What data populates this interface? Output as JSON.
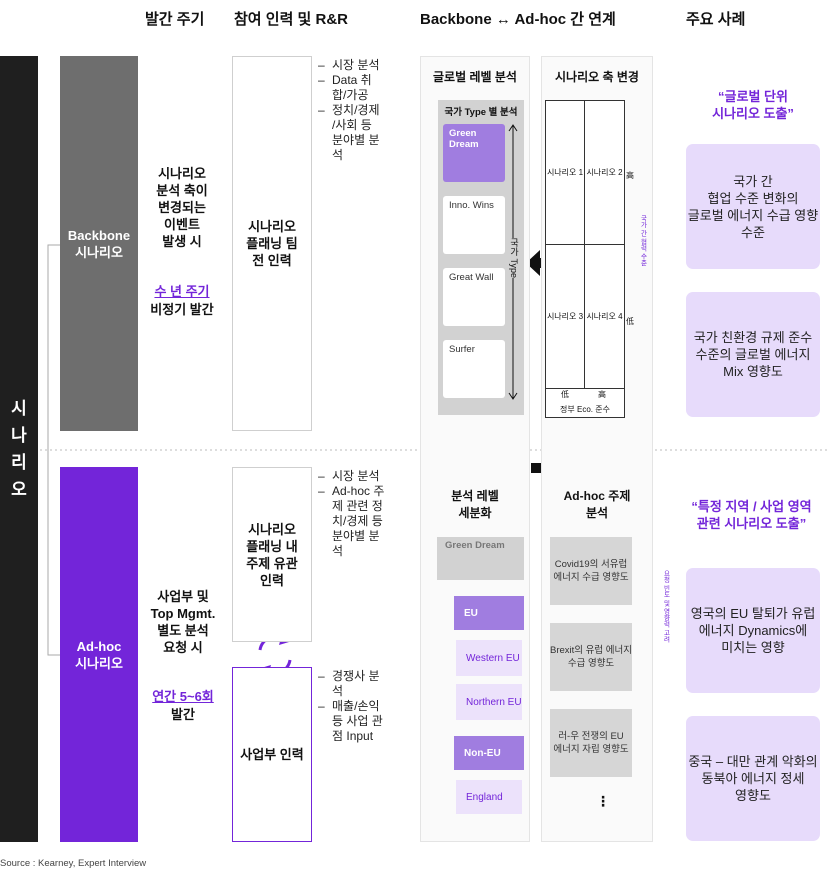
{
  "headers": {
    "cycle": "발간 주기",
    "input": "참여 인력 및 R&R",
    "linkage": "Backbone ↔ Ad-hoc 간 연계",
    "cases": "주요 사례"
  },
  "side_label": "시나리오",
  "backbone": {
    "bar_label_1": "Backbone",
    "bar_label_2": "시나리오",
    "trigger": [
      "시나리오",
      "분석 축이",
      "변경되는",
      "이벤트",
      "발생 시"
    ],
    "cycle_link": "수 년 주기",
    "cycle_rest": "비정기 발간",
    "team_box": [
      "시나리오",
      "플래닝 팀",
      "전 인력"
    ],
    "roles": [
      "시장 분석",
      "Data 취합/가공",
      "정치/경제 /사회 등 분야별 분석"
    ]
  },
  "adhoc": {
    "bar_label_1": "Ad-hoc",
    "bar_label_2": "시나리오",
    "trigger": [
      "사업부 및",
      "Top Mgmt.",
      "별도 분석",
      "요청 시"
    ],
    "cycle_link": "연간 5~6회",
    "cycle_rest": "발간",
    "team_box": [
      "시나리오",
      "플래닝 내",
      "주제 유관",
      "인력"
    ],
    "roles": [
      "시장 분석",
      "Ad-hoc 주제 관련 정치/경제 등 분야별 분석"
    ],
    "biz_box": "사업부 인력",
    "biz_roles": [
      "경쟁사 분석",
      "매출/손익 등 사업 관점 Input"
    ]
  },
  "global_panel": {
    "title": "글로벌 레벨 분석",
    "subtitle": "국가 Type 별 분석",
    "axis_label": "국가 Type",
    "types": [
      "Green Dream",
      "Inno. Wins",
      "Great Wall",
      "Surfer"
    ]
  },
  "scenario_panel": {
    "title": "시나리오 축 변경",
    "cells": [
      "시나리오 1",
      "시나리오 2",
      "시나리오 3",
      "시나리오 4"
    ],
    "y_axis": "국가 간 협력 수준",
    "y_high": "高",
    "y_low": "低",
    "x_low": "低",
    "x_high": "高",
    "x_axis": "정부 Eco. 준수"
  },
  "sub_panel": {
    "title_1": "분석 레벨",
    "title_2": "세분화",
    "parent": "Green Dream",
    "items": [
      {
        "label": "EU",
        "style": "fill"
      },
      {
        "label": "Western EU",
        "style": "lite"
      },
      {
        "label": "Northern EU",
        "style": "lite"
      },
      {
        "label": "Non-EU",
        "style": "fill"
      },
      {
        "label": "England",
        "style": "lite"
      }
    ]
  },
  "adhoc_panel": {
    "title_1": "Ad-hoc 주제",
    "title_2": "분석",
    "topics": [
      [
        "Covid19의 서유럽",
        "에너지 수급 영향도"
      ],
      [
        "Brexit의 유럽 에너지",
        "수급 영향도"
      ],
      [
        "러-우 전쟁의 EU",
        "에너지 자립 영향도"
      ]
    ],
    "more": "⋮",
    "vertical_note": "요청 빈도 및 영향력 고려"
  },
  "cases": {
    "backbone_quote": [
      "“글로벌 단위",
      "시나리오 도출”"
    ],
    "backbone_items": [
      [
        "국가 간",
        "협업 수준 변화의",
        "글로벌 에너지 수급 영향",
        "수준"
      ],
      [
        "국가 친환경 규제 준수",
        "수준의 글로벌 에너지",
        "Mix 영향도"
      ]
    ],
    "adhoc_quote": [
      "“특정 지역 / 사업 영역",
      "관련 시나리오 도출”"
    ],
    "adhoc_items": [
      [
        "영국의 EU 탈퇴가 유럽",
        "에너지 Dynamics에",
        "미치는 영향"
      ],
      [
        "중국 – 대만 관계 악화의",
        "동북아 에너지 정세",
        "영향도"
      ]
    ]
  },
  "source": "Source : Kearney, Expert Interview",
  "colors": {
    "purple": "#7325d9",
    "dark": "#1f1f1f",
    "gray_bar": "#6e6e6e",
    "case_bg": "#e7dbfb",
    "sub_fill": "#a07de0"
  }
}
